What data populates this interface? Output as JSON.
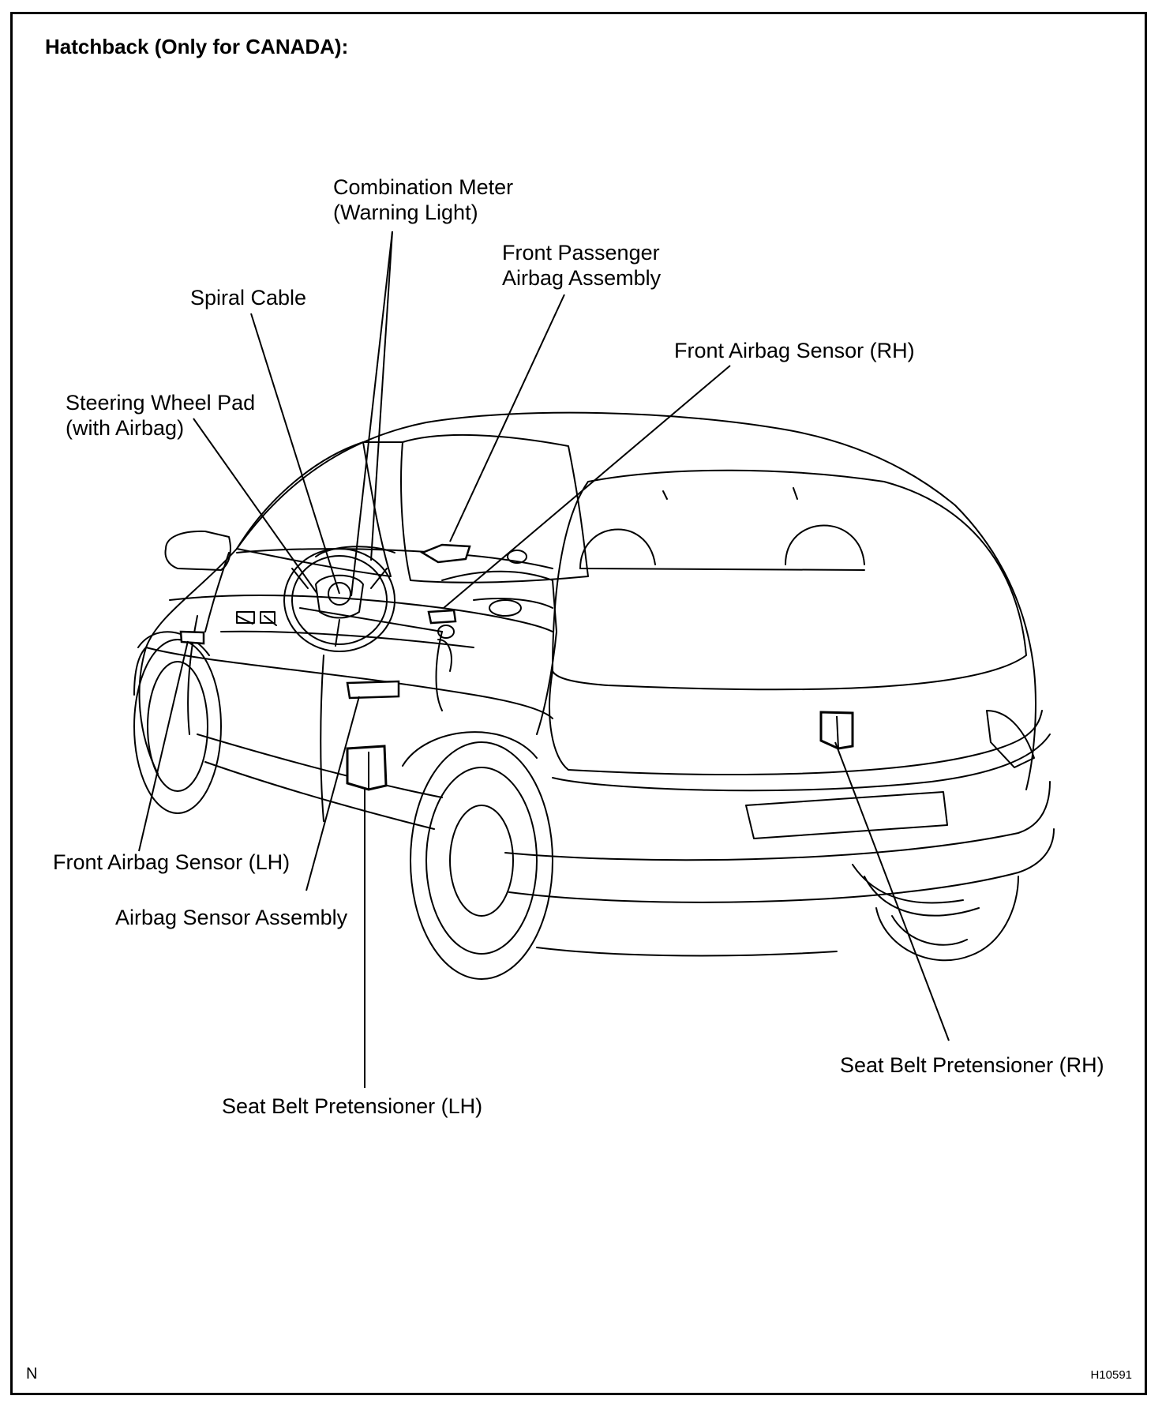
{
  "title": "Hatchback (Only for CANADA):",
  "corner_left": "N",
  "figure_id": "H10591",
  "labels": {
    "combination_meter": [
      "Combination Meter",
      "(Warning Light)"
    ],
    "front_passenger_airbag": [
      "Front Passenger",
      "Airbag Assembly"
    ],
    "spiral_cable": "Spiral Cable",
    "front_airbag_sensor_rh": "Front Airbag Sensor (RH)",
    "steering_wheel_pad": [
      "Steering Wheel Pad",
      "(with Airbag)"
    ],
    "front_airbag_sensor_lh": "Front Airbag Sensor (LH)",
    "airbag_sensor_assembly": "Airbag Sensor Assembly",
    "seat_belt_pretensioner_rh": "Seat Belt Pretensioner (RH)",
    "seat_belt_pretensioner_lh": "Seat Belt Pretensioner (LH)"
  }
}
